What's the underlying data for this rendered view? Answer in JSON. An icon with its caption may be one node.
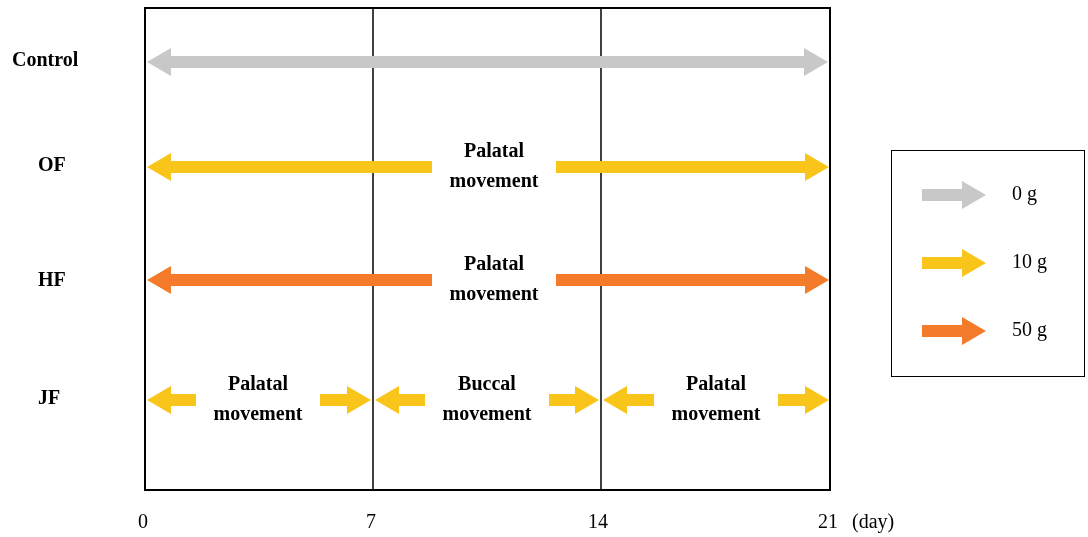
{
  "diagram": {
    "nodes": [
      {
        "text": [
          "Palatal movement"
        ]
      },
      {
        "text": [
          "Palatal movement"
        ]
      },
      {
        "text": [
          "Palatal movement"
        ]
      },
      {
        "text": [
          "Buccal movement"
        ]
      },
      {
        "text": [
          "Palatal movement"
        ]
      }
    ],
    "edges": [
      {
        "from": 0,
        "to": null,
        "arrow": "to"
      },
      {
        "from": 0,
        "to": null,
        "arrow": "to"
      },
      {
        "from": 1,
        "to": null,
        "arrow": "to",
        "color": "#f47b2a"
      },
      {
        "from": 1,
        "to": null,
        "arrow": "to",
        "color": "#f47b2a"
      },
      {
        "from": 2,
        "to": null,
        "arrow": "to"
      },
      {
        "from": 2,
        "to": null,
        "arrow": "to"
      },
      {
        "from": 3,
        "to": null,
        "arrow": "to"
      },
      {
        "from": 3,
        "to": null,
        "arrow": "to"
      },
      {
        "from": 4,
        "to": null,
        "arrow": "to"
      },
      {
        "from": 4,
        "to": null,
        "arrow": "to"
      }
    ],
    "labels": [
      "Control",
      "OF",
      "HF",
      "JF",
      "0",
      "7",
      "14",
      "21",
      "(day)"
    ],
    "legend": [
      {
        "text": "0 g",
        "color": "#c8c8c8"
      },
      {
        "text": "10 g",
        "color": "#f9c51b"
      },
      {
        "text": "50 g",
        "color": "#f47b2a"
      }
    ]
  }
}
